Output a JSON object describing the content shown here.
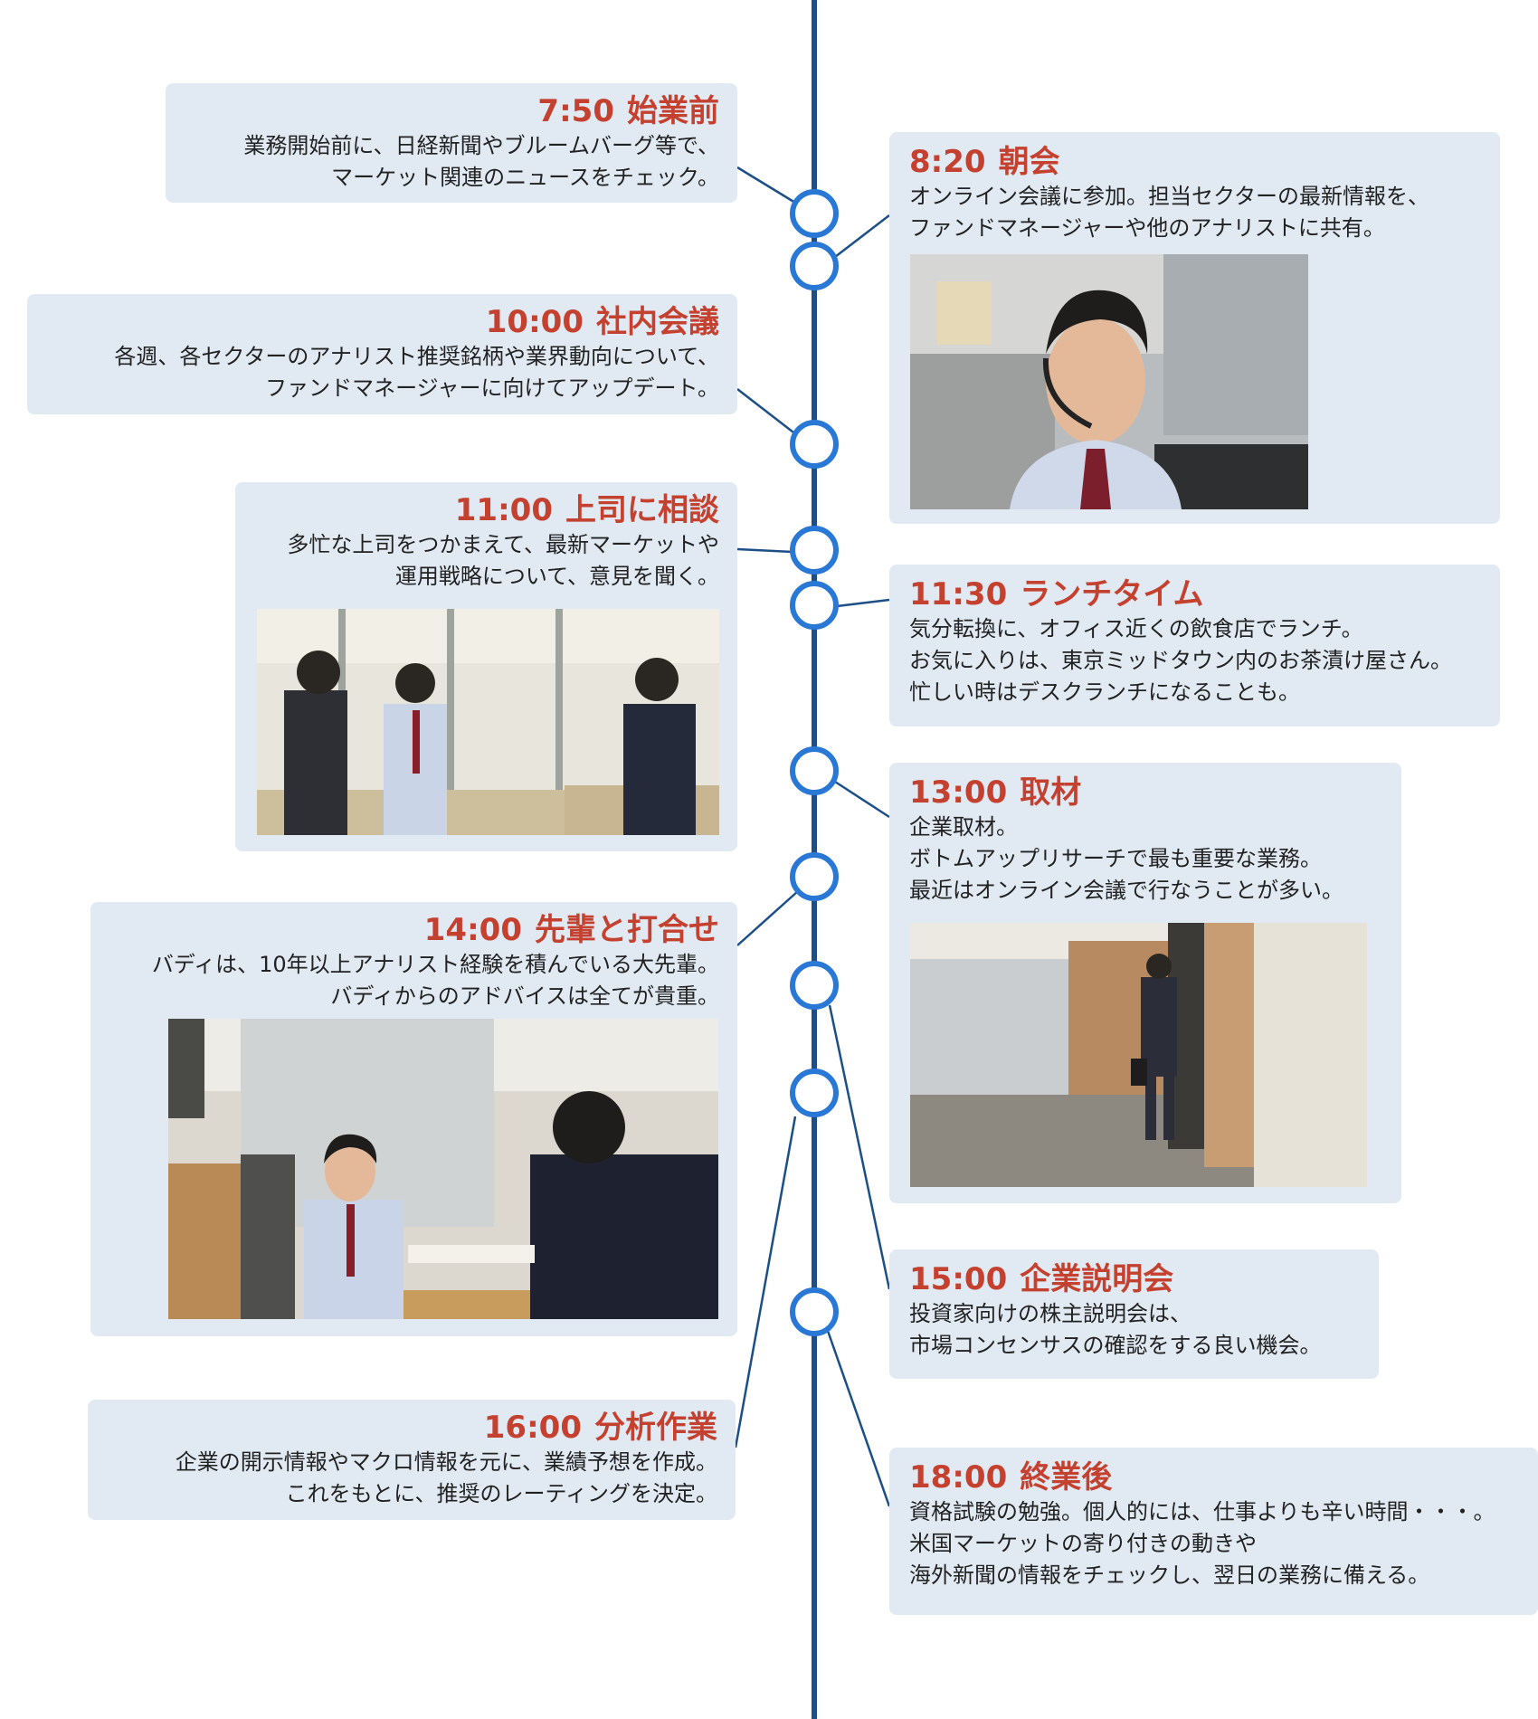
{
  "colors": {
    "timeline": "#1c4f87",
    "node_ring": "#2a78d6",
    "card_bg": "#e1eaf3",
    "title": "#c4402f",
    "text": "#222222"
  },
  "events": [
    {
      "time": "7:50",
      "title": "始業前",
      "lines": [
        "業務開始前に、日経新聞やブルームバーグ等で、",
        "マーケット関連のニュースをチェック。"
      ]
    },
    {
      "time": "8:20",
      "title": "朝会",
      "lines": [
        "オンライン会議に参加。担当セクターの最新情報を、",
        "ファンドマネージャーや他のアナリストに共有。"
      ],
      "photo": "analyst-with-headset-photo"
    },
    {
      "time": "10:00",
      "title": "社内会議",
      "lines": [
        "各週、各セクターのアナリスト推奨銘柄や業界動向について、",
        "ファンドマネージャーに向けてアップデート。"
      ]
    },
    {
      "time": "11:00",
      "title": "上司に相談",
      "lines": [
        "多忙な上司をつかまえて、最新マーケットや",
        "運用戦略について、意見を聞く。"
      ],
      "photo": "office-discussion-photo"
    },
    {
      "time": "11:30",
      "title": "ランチタイム",
      "lines": [
        "気分転換に、オフィス近くの飲食店でランチ。",
        "お気に入りは、東京ミッドタウン内のお茶漬け屋さん。",
        "忙しい時はデスクランチになることも。"
      ]
    },
    {
      "time": "13:00",
      "title": "取材",
      "lines": [
        "企業取材。",
        "ボトムアップリサーチで最も重要な業務。",
        "最近はオンライン会議で行なうことが多い。"
      ],
      "photo": "corridor-walking-photo"
    },
    {
      "time": "14:00",
      "title": "先輩と打合せ",
      "lines": [
        "バディは、10年以上アナリスト経験を積んでいる大先輩。",
        "バディからのアドバイスは全てが貴重。"
      ],
      "photo": "buddy-meeting-photo"
    },
    {
      "time": "15:00",
      "title": "企業説明会",
      "lines": [
        "投資家向けの株主説明会は、",
        "市場コンセンサスの確認をする良い機会。"
      ]
    },
    {
      "time": "16:00",
      "title": "分析作業",
      "lines": [
        "企業の開示情報やマクロ情報を元に、業績予想を作成。",
        "これをもとに、推奨のレーティングを決定。"
      ]
    },
    {
      "time": "18:00",
      "title": "終業後",
      "lines": [
        "資格試験の勉強。個人的には、仕事よりも辛い時間・・・。",
        "米国マーケットの寄り付きの動きや",
        "海外新聞の情報をチェックし、翌日の業務に備える。"
      ]
    }
  ]
}
